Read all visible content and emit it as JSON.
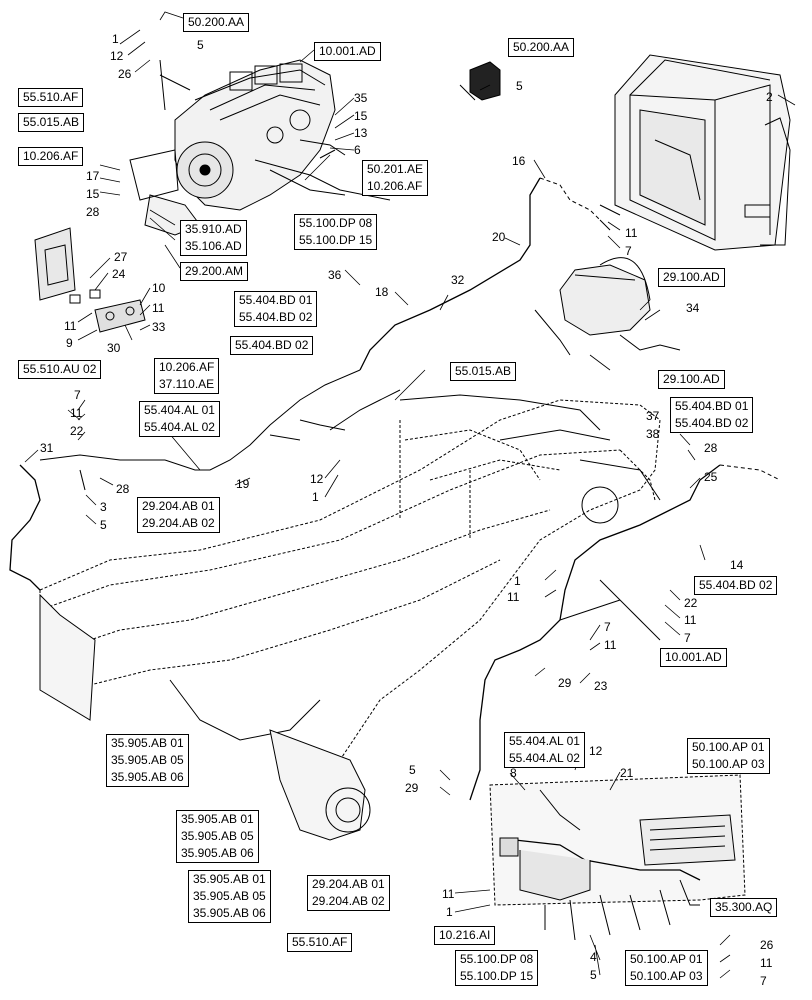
{
  "labels": {
    "r01": "50.200.AA",
    "r02": "10.001.AD",
    "r03": "50.200.AA",
    "r04": "55.510.AF",
    "r05": "55.015.AB",
    "r06": "10.206.AF",
    "r07a": "50.201.AE",
    "r07b": "10.206.AF",
    "r08a": "55.100.DP 08",
    "r08b": "55.100.DP 15",
    "r09a": "35.910.AD",
    "r09b": "35.106.AD",
    "r10": "29.200.AM",
    "r11": "29.100.AD",
    "r12a": "55.404.BD 01",
    "r12b": "55.404.BD 02",
    "r13": "55.404.BD 02",
    "r14": "29.100.AD",
    "r15a": "10.206.AF",
    "r15b": "37.110.AE",
    "r16": "55.015.AB",
    "r17": "55.510.AU 02",
    "r18a": "55.404.AL 01",
    "r18b": "55.404.AL 02",
    "r19a": "55.404.BD 01",
    "r19b": "55.404.BD 02",
    "r20a": "29.204.AB 01",
    "r20b": "29.204.AB 02",
    "r21": "55.404.BD 02",
    "r22": "10.001.AD",
    "r23a": "35.905.AB 01",
    "r23b": "35.905.AB 05",
    "r23c": "35.905.AB 06",
    "r24a": "55.404.AL 01",
    "r24b": "55.404.AL 02",
    "r25a": "50.100.AP 01",
    "r25b": "50.100.AP 03",
    "r26a": "35.905.AB 01",
    "r26b": "35.905.AB 05",
    "r26c": "35.905.AB 06",
    "r27a": "35.905.AB 01",
    "r27b": "35.905.AB 05",
    "r27c": "35.905.AB 06",
    "r28a": "29.204.AB 01",
    "r28b": "29.204.AB 02",
    "r29": "35.300.AQ",
    "r30": "10.216.AI",
    "r31": "55.510.AF",
    "r32a": "55.100.DP 08",
    "r32b": "55.100.DP 15",
    "r33a": "50.100.AP 01",
    "r33b": "50.100.AP 03"
  },
  "callouts": {
    "n001": "1",
    "n002": "12",
    "n003": "26",
    "n004": "5",
    "n005": "5",
    "n006": "2",
    "n007": "35",
    "n008": "15",
    "n009": "13",
    "n010": "6",
    "n011": "17",
    "n012": "15",
    "n013": "28",
    "n014": "16",
    "n015": "11",
    "n016": "7",
    "n017": "20",
    "n018": "27",
    "n019": "24",
    "n020": "11",
    "n021": "9",
    "n022": "30",
    "n023": "10",
    "n024": "11",
    "n025": "33",
    "n026": "36",
    "n027": "18",
    "n028": "32",
    "n029": "34",
    "n030": "7",
    "n031": "11",
    "n032": "22",
    "n033": "31",
    "n034": "28",
    "n035": "3",
    "n036": "5",
    "n037": "12",
    "n038": "1",
    "n039": "19",
    "n040": "37",
    "n041": "38",
    "n042": "28",
    "n043": "25",
    "n044": "14",
    "n045": "1",
    "n046": "11",
    "n047": "22",
    "n048": "11",
    "n049": "7",
    "n050": "7",
    "n051": "11",
    "n052": "29",
    "n053": "23",
    "n054": "12",
    "n055": "8",
    "n056": "21",
    "n057": "5",
    "n058": "29",
    "n059": "11",
    "n060": "1",
    "n061": "4",
    "n062": "5",
    "n063": "26",
    "n064": "11",
    "n065": "7"
  }
}
